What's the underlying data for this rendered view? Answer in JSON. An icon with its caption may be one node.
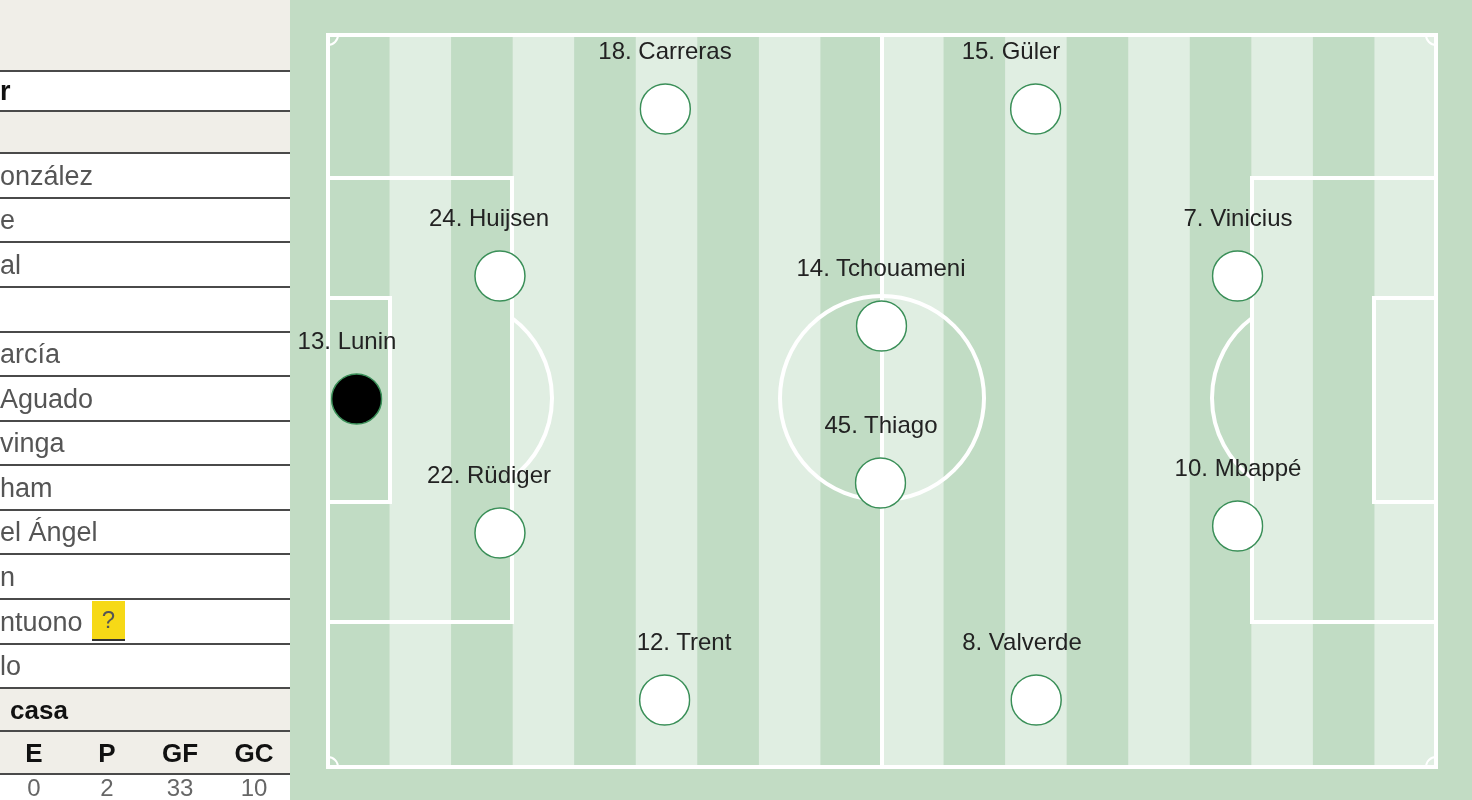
{
  "diagram": {
    "nodes": [
      {
        "text": [
          "18. Carreras"
        ]
      },
      {
        "text": [
          "15. Güler"
        ]
      },
      {
        "text": [
          "24. Huijsen"
        ]
      },
      {
        "text": [
          "7. Vinicius"
        ]
      },
      {
        "text": [
          "14. Tchouameni"
        ]
      },
      {
        "text": [
          "13. Lunin"
        ]
      },
      {
        "text": [
          "45. Thiago"
        ]
      },
      {
        "text": [
          "10. Mbappé"
        ]
      },
      {
        "text": [
          "22. Rüdiger"
        ]
      },
      {
        "text": [
          "12. Trent"
        ]
      },
      {
        "text": [
          "8. Valverde"
        ]
      }
    ],
    "labels": [
      "r",
      "onzález",
      "e",
      "al",
      "arcía",
      "Aguado",
      "vinga",
      "ham",
      "el Ángel",
      "n",
      "ntuono",
      "?",
      "lo",
      "casa",
      "E",
      "P",
      "GF",
      "GC",
      "0",
      "2",
      "33",
      "10"
    ]
  }
}
